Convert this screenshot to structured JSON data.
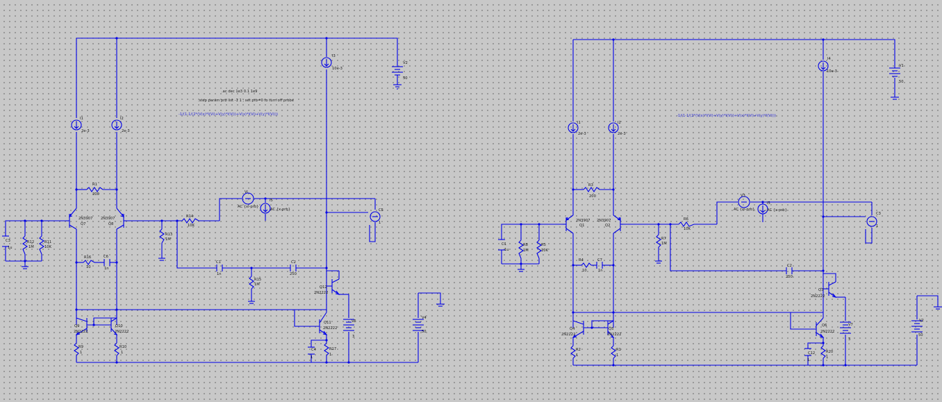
{
  "left": {
    "directive_ac": ".ac dec 1e3 0.1 1e9",
    "directive_step": ".step param prb list -1 1 ; set prb=0 to turn off probe",
    "expression": "-1/(1-1/(2*(V(x)*I(Vi)+V(y)*I(Vi))+V(x)*I(Vi)+V(y)*I(Vi)))",
    "I3": {
      "name": "I3",
      "value": "10e-3"
    },
    "V2": {
      "name": "V2",
      "value": "50"
    },
    "I1": {
      "name": "I1",
      "value": "2e-3"
    },
    "I2": {
      "name": "I2",
      "value": "2e-3"
    },
    "R1": {
      "name": "R1",
      "value": "200"
    },
    "Q7": {
      "name": "Q7",
      "model": "2N3907"
    },
    "Q8": {
      "name": "Q8",
      "model": "2N3907"
    },
    "R14": {
      "name": "R14",
      "value": "10K"
    },
    "R13": {
      "name": "R13",
      "value": "1M"
    },
    "R12": {
      "name": "R12",
      "value": "1M"
    },
    "R11": {
      "name": "R11",
      "value": "10K"
    },
    "C3": {
      "name": "C3",
      "value": "1u"
    },
    "R16": {
      "name": "R16",
      "value": "10"
    },
    "C6": {
      "name": "C6",
      "value": "1n"
    },
    "C1": {
      "name": "C1",
      "value": "1n"
    },
    "C2": {
      "name": "C2",
      "value": "250"
    },
    "R15": {
      "name": "R15",
      "value": "1M"
    },
    "Vi": {
      "name": "Vi",
      "value": "AC {xi-prb}"
    },
    "I5": {
      "name": "I5",
      "value": "AC {x-prb}"
    },
    "C5": {
      "name": "C5",
      "value": "1"
    },
    "Q12": {
      "name": "Q12",
      "model": "2N2222"
    },
    "Q11": {
      "name": "Q11",
      "model": "2N2222"
    },
    "Q9": {
      "name": "Q9",
      "model": "2N2222"
    },
    "Q10": {
      "name": "Q10",
      "model": "2N2222"
    },
    "R9": {
      "name": "R9",
      "value": "1"
    },
    "R10": {
      "name": "R10",
      "value": "1"
    },
    "C4": {
      "name": "C4",
      "value": "1"
    },
    "R17": {
      "name": "R17",
      "value": "1"
    },
    "V5": {
      "name": "V5",
      "value": "3"
    },
    "V4": {
      "name": "V4",
      "value": "50"
    }
  },
  "right": {
    "expression": "-1/(1-1/(2*(V(x)*I(Vi)+V(y)*I(Vi))+V(x)*I(Vi)+V(y)*I(Vi)))",
    "I4": {
      "name": "I4",
      "value": "10e-3"
    },
    "V1": {
      "name": "V1",
      "value": "50"
    },
    "I1": {
      "name": "I1",
      "value": "2e-3"
    },
    "I2": {
      "name": "I2",
      "value": "2e-3"
    },
    "R3": {
      "name": "R3",
      "value": "200"
    },
    "Q1": {
      "name": "Q1",
      "model": "2N3907"
    },
    "Q2": {
      "name": "Q2",
      "model": "2N3907"
    },
    "R6": {
      "name": "R6",
      "value": "10K"
    },
    "R7": {
      "name": "R7",
      "value": "1M"
    },
    "R8": {
      "name": "R8",
      "value": "1M"
    },
    "R5": {
      "name": "R5",
      "value": "10K"
    },
    "C1": {
      "name": "C1",
      "value": "1u"
    },
    "R4": {
      "name": "R4",
      "value": "10"
    },
    "C7": {
      "name": "C7",
      "value": "1n"
    },
    "C2": {
      "name": "C2",
      "value": "250"
    },
    "V3": {
      "name": "V3",
      "value": "AC {xi-prb}"
    },
    "I5": {
      "name": "I5",
      "value": "AC {x-prb}"
    },
    "C3": {
      "name": "C3",
      "value": "1"
    },
    "Q3": {
      "name": "Q3",
      "model": "2N2222"
    },
    "Q6": {
      "name": "Q6",
      "model": "2N2222"
    },
    "Q4": {
      "name": "Q4",
      "model": "2N2222"
    },
    "Q5": {
      "name": "Q5",
      "model": "2N2222"
    },
    "R2": {
      "name": "R2",
      "value": "1"
    },
    "R1": {
      "name": "R1",
      "value": "1"
    },
    "C12": {
      "name": "C12",
      "value": "1"
    },
    "R20": {
      "name": "R20",
      "value": "1"
    },
    "V7": {
      "name": "V7",
      "value": "3"
    },
    "V2": {
      "name": "V2",
      "value": "50"
    }
  }
}
